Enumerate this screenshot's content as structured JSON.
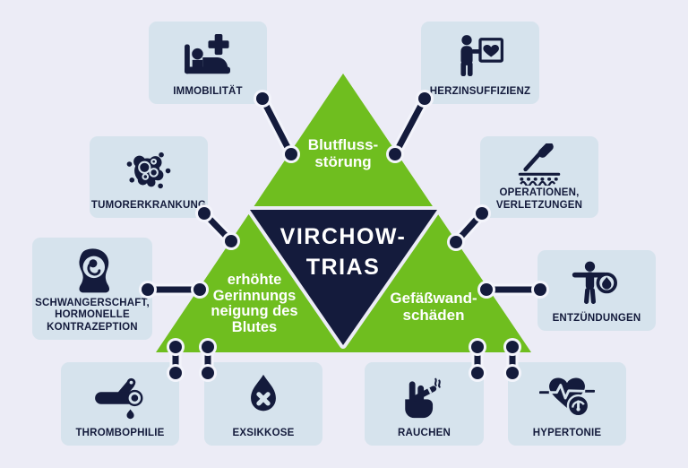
{
  "title": "VIRCHOW-TRIAS",
  "colors": {
    "background": "#ececf6",
    "card": "#d6e3ed",
    "navy": "#141b3c",
    "green": "#6fbe1f",
    "white": "#ffffff",
    "connector_casing": "#f3f4fb"
  },
  "triangle": {
    "center_title_lines": [
      "VIRCHOW-",
      "TRIAS"
    ],
    "labels": {
      "top": [
        "Blutfluss-",
        "störung"
      ],
      "left": [
        "erhöhte",
        "Gerinnungs",
        "neigung des",
        "Blutes"
      ],
      "right": [
        "Gefäßwand-",
        "schäden"
      ]
    }
  },
  "factors": [
    {
      "id": "immobilitaet",
      "icon": "bed-patient-icon",
      "label_lines": [
        "IMMOBILITÄT"
      ]
    },
    {
      "id": "herzinsuffizienz",
      "icon": "person-heart-icon",
      "label_lines": [
        "HERZINSUFFIZIENZ"
      ]
    },
    {
      "id": "tumorerkrankung",
      "icon": "tumor-cells-icon",
      "label_lines": [
        "TUMORERKRANKUNG"
      ]
    },
    {
      "id": "operationen",
      "icon": "scalpel-skin-icon",
      "label_lines": [
        "OPERATIONEN,",
        "VERLETZUNGEN"
      ]
    },
    {
      "id": "schwangerschaft",
      "icon": "fetus-womb-icon",
      "label_lines": [
        "SCHWANGERSCHAFT,",
        "HORMONELLE",
        "KONTRAZEPTION"
      ]
    },
    {
      "id": "entzuendungen",
      "icon": "person-flame-icon",
      "label_lines": [
        "ENTZÜNDUNGEN"
      ]
    },
    {
      "id": "thrombophilie",
      "icon": "vessel-clot-icon",
      "label_lines": [
        "THROMBOPHILIE"
      ]
    },
    {
      "id": "exsikkose",
      "icon": "water-drop-x-icon",
      "label_lines": [
        "EXSIKKOSE"
      ]
    },
    {
      "id": "rauchen",
      "icon": "hand-cigarette-icon",
      "label_lines": [
        "RAUCHEN"
      ]
    },
    {
      "id": "hypertonie",
      "icon": "heart-pressure-gauge-icon",
      "label_lines": [
        "HYPERTONIE"
      ]
    }
  ]
}
